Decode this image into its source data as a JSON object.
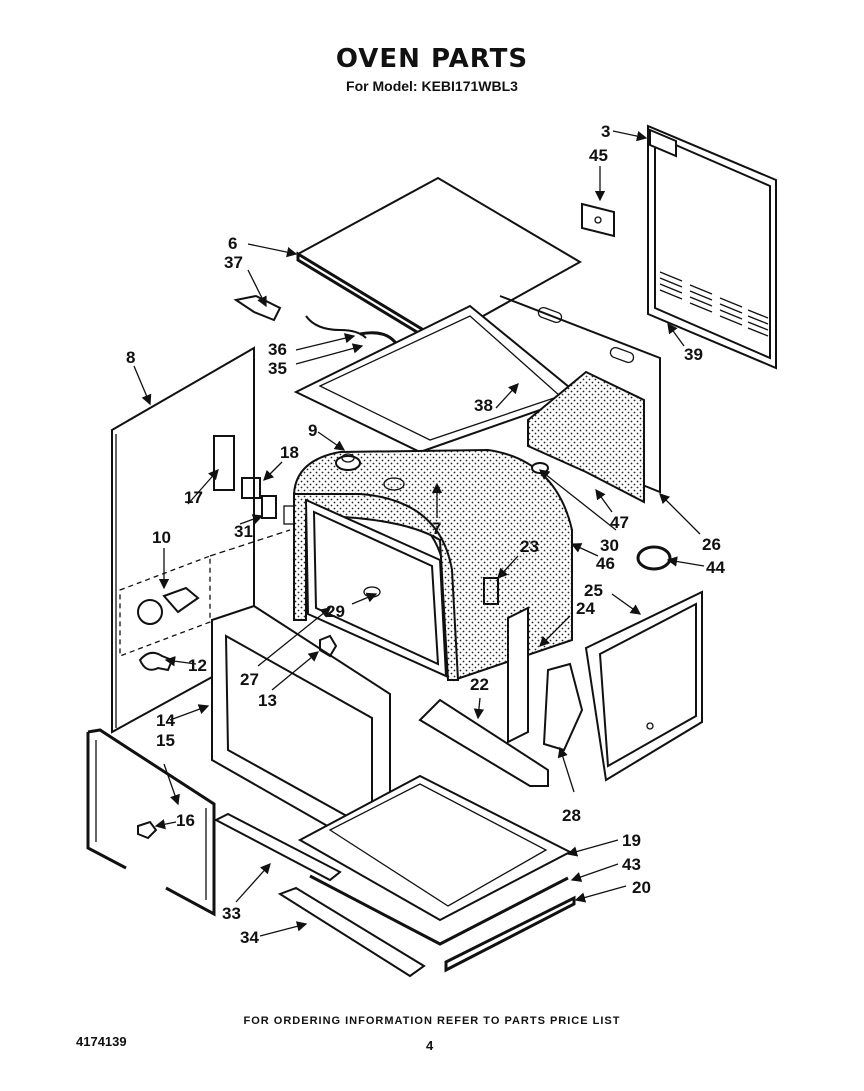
{
  "header": {
    "title": "OVEN PARTS",
    "subtitle": "For Model: KEBI171WBL3"
  },
  "footer": {
    "note": "FOR ORDERING INFORMATION REFER TO PARTS PRICE LIST",
    "doc_number": "4174139",
    "page_number": "4"
  },
  "callouts": [
    "3",
    "45",
    "6",
    "37",
    "36",
    "35",
    "38",
    "39",
    "8",
    "9",
    "18",
    "17",
    "7",
    "31",
    "30",
    "47",
    "26",
    "10",
    "23",
    "46",
    "44",
    "25",
    "29",
    "24",
    "12",
    "27",
    "13",
    "22",
    "14",
    "15",
    "28",
    "16",
    "19",
    "43",
    "20",
    "33",
    "34"
  ]
}
